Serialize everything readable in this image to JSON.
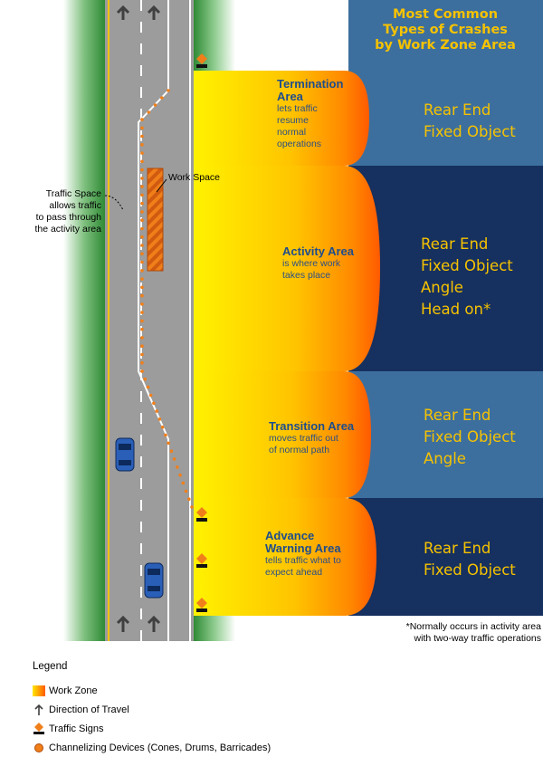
{
  "title": {
    "lines": [
      "Most Common",
      "Types of Crashes",
      "by Work Zone Area"
    ]
  },
  "zones": [
    {
      "name_lines": [
        "Termination",
        "Area"
      ],
      "desc_lines": [
        "lets traffic",
        "resume",
        "normal",
        "operations"
      ],
      "crashes": [
        "Rear End",
        "Fixed Object"
      ]
    },
    {
      "name_lines": [
        "Activity Area"
      ],
      "desc_lines": [
        "is where work",
        "takes place"
      ],
      "crashes": [
        "Rear End",
        "Fixed Object",
        "Angle",
        "Head on*"
      ]
    },
    {
      "name_lines": [
        "Transition Area"
      ],
      "desc_lines": [
        "moves traffic out",
        "of normal path"
      ],
      "crashes": [
        "Rear End",
        "Fixed Object",
        "Angle"
      ]
    },
    {
      "name_lines": [
        "Advance",
        "Warning Area"
      ],
      "desc_lines": [
        "tells traffic what to",
        "expect ahead"
      ],
      "crashes": [
        "Rear End",
        "Fixed Object"
      ]
    }
  ],
  "callouts": {
    "work_space": "Work Space",
    "traffic_space_lines": [
      "Traffic Space",
      "allows traffic",
      "to pass through",
      "the activity area"
    ]
  },
  "footnote_lines": [
    "*Normally occurs in activity area",
    "with two-way traffic operations"
  ],
  "legend": {
    "title": "Legend",
    "items": [
      {
        "label": "Work Zone",
        "symbol": "work-zone-swatch"
      },
      {
        "label": "Direction of Travel",
        "symbol": "arrow-up-icon"
      },
      {
        "label": "Traffic Signs",
        "symbol": "traffic-sign-icon"
      },
      {
        "label": "Channelizing Devices (Cones, Drums, Barricades)",
        "symbol": "cone-icon"
      }
    ]
  },
  "colors": {
    "dark_navy": "#16305f",
    "steel_blue": "#3c6f9e",
    "crash_text": "#f6c200",
    "zone_yellow": "#ffe600",
    "zone_orange": "#ff6a00",
    "grass": "#3f9a3f",
    "road": "#9c9c9c",
    "cone": "#f07f1a"
  }
}
